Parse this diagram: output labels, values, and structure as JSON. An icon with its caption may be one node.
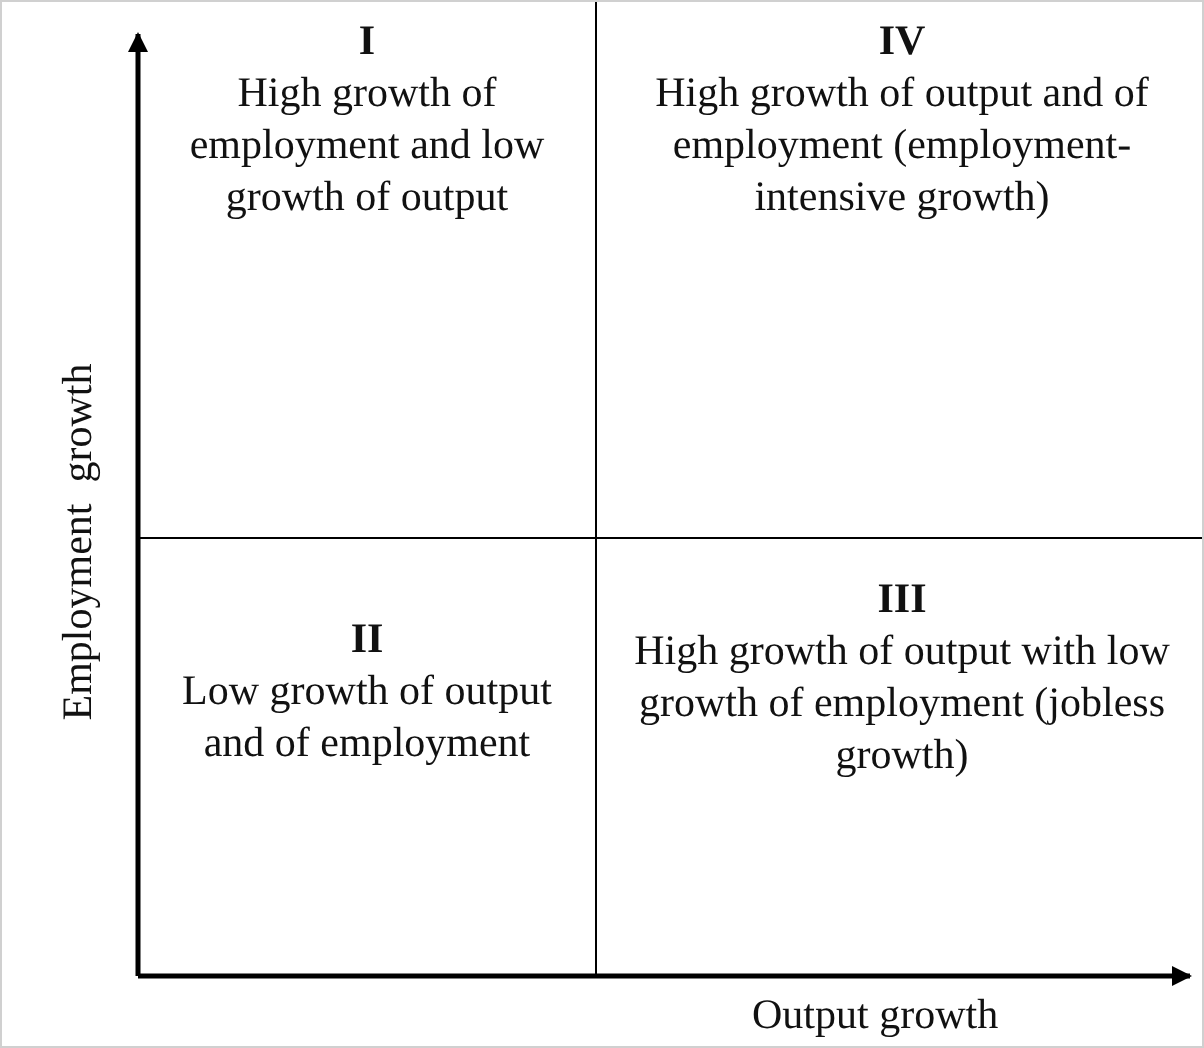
{
  "diagram": {
    "nodes": [
      {
        "text": [
          "I",
          "High growth of employment and low growth of output"
        ]
      },
      {
        "text": [
          "IV",
          "High growth of output and of employment (employment-intensive growth)"
        ]
      },
      {
        "text": [
          "II",
          "Low growth of output and of employment"
        ]
      },
      {
        "text": [
          "III",
          "High growth of output with low growth of employment (jobless growth)"
        ]
      }
    ],
    "edges": [],
    "labels": [
      "Employment  growth",
      "Output growth"
    ]
  }
}
